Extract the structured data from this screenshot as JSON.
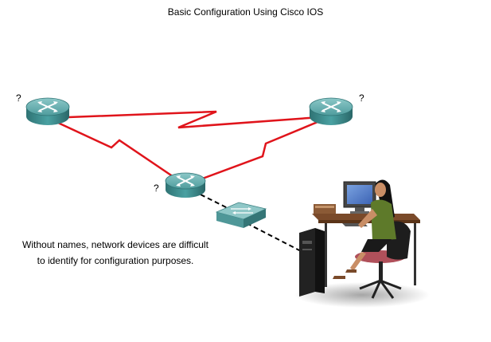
{
  "title": "Basic Configuration Using Cisco IOS",
  "routers": [
    {
      "id": "router-left",
      "label": "?"
    },
    {
      "id": "router-right",
      "label": "?"
    },
    {
      "id": "router-bottom",
      "label": "?"
    }
  ],
  "caption": "Without names, network devices are difficult to identify for configuration purposes.",
  "colors": {
    "serial_link": "#e0141b",
    "router_body": "#3e8f90",
    "router_top": "#6fb3b3",
    "switch_body": "#5aa3a3",
    "ethernet_link": "#000000"
  }
}
